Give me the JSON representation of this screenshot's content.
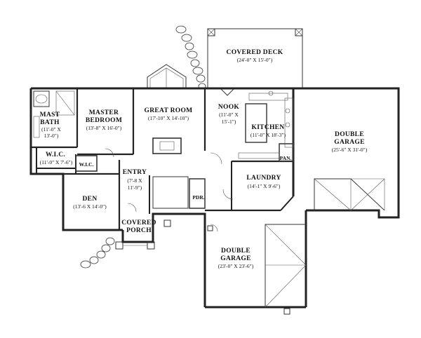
{
  "rooms": {
    "covered_deck": {
      "name": "COVERED DECK",
      "dim": "(24'-0\" X 15'-0\")"
    },
    "nook": {
      "name": "NOOK",
      "dim1": "(11'-0\" X",
      "dim2": "15'-1\")"
    },
    "kitchen": {
      "name": "KITCHEN",
      "dim": "(11'-0\" X 18'-3\")"
    },
    "great_room": {
      "name": "GREAT ROOM",
      "dim": "(17'-10\" X 14'-10\")"
    },
    "master_bedroom": {
      "name1": "MASTER",
      "name2": "BEDROOM",
      "dim": "(13'-8\" X 16'-0\")"
    },
    "mast_bath": {
      "name1": "MAST",
      "name2": "BATH",
      "dim1": "(11'-0\" X",
      "dim2": "13'-0\")"
    },
    "wic_master": {
      "name": "W.I.C.",
      "dim": "(11'-0\" X 7'-6\")"
    },
    "wic_small": {
      "name": "W.I.C."
    },
    "entry": {
      "name": "ENTRY",
      "dim1": "(7'-8 X",
      "dim2": "11'-9\")"
    },
    "den": {
      "name": "DEN",
      "dim": "(13'-6 X 14'-0\")"
    },
    "covered_porch": {
      "name1": "COVERED",
      "name2": "PORCH"
    },
    "laundry": {
      "name": "LAUNDRY",
      "dim": "(14'-1\" X 9'-6\")"
    },
    "pantry": {
      "name": "PAN."
    },
    "powder": {
      "name": "PDR."
    },
    "double_garage_right": {
      "name1": "DOUBLE",
      "name2": "GARAGE",
      "dim": "(25'-6\" X 31'-0\")"
    },
    "double_garage_bottom": {
      "name1": "DOUBLE",
      "name2": "GARAGE",
      "dim": "(23'-0\" X 23'-6\")"
    }
  }
}
